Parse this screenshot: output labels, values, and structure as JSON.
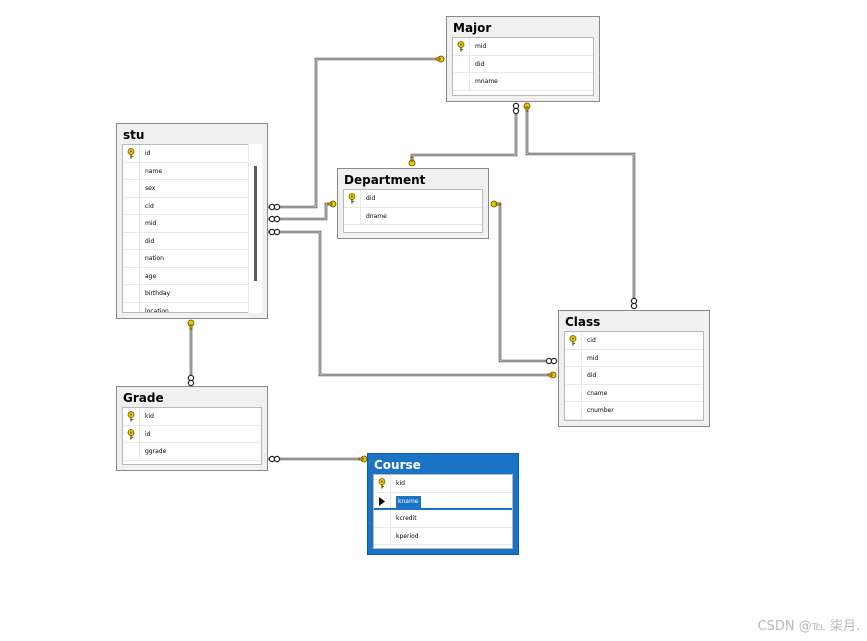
{
  "tables": {
    "major": {
      "title": "Major",
      "columns": [
        {
          "name": "mid",
          "pk": true
        },
        {
          "name": "did",
          "pk": false
        },
        {
          "name": "mname",
          "pk": false
        }
      ]
    },
    "stu": {
      "title": "stu",
      "columns": [
        {
          "name": "id",
          "pk": true
        },
        {
          "name": "name",
          "pk": false
        },
        {
          "name": "sex",
          "pk": false
        },
        {
          "name": "cid",
          "pk": false
        },
        {
          "name": "mid",
          "pk": false
        },
        {
          "name": "did",
          "pk": false
        },
        {
          "name": "nation",
          "pk": false
        },
        {
          "name": "age",
          "pk": false
        },
        {
          "name": "birthday",
          "pk": false
        },
        {
          "name": "location",
          "pk": false
        }
      ]
    },
    "department": {
      "title": "Department",
      "columns": [
        {
          "name": "did",
          "pk": true
        },
        {
          "name": "dname",
          "pk": false
        }
      ]
    },
    "class": {
      "title": "Class",
      "columns": [
        {
          "name": "cid",
          "pk": true
        },
        {
          "name": "mid",
          "pk": false
        },
        {
          "name": "did",
          "pk": false
        },
        {
          "name": "cname",
          "pk": false
        },
        {
          "name": "cnumber",
          "pk": false
        }
      ]
    },
    "grade": {
      "title": "Grade",
      "columns": [
        {
          "name": "kid",
          "pk": true
        },
        {
          "name": "id",
          "pk": true
        },
        {
          "name": "ggrade",
          "pk": false
        }
      ]
    },
    "course": {
      "title": "Course",
      "selected": true,
      "columns": [
        {
          "name": "kid",
          "pk": true
        },
        {
          "name": "kname",
          "pk": false,
          "selected": true
        },
        {
          "name": "kcredit",
          "pk": false
        },
        {
          "name": "kperiod",
          "pk": false
        }
      ]
    }
  },
  "colors": {
    "selection": "#1b73c5",
    "key": "#f0c800",
    "line": "#555555"
  },
  "watermark": "CSDN @℡ 柒月."
}
